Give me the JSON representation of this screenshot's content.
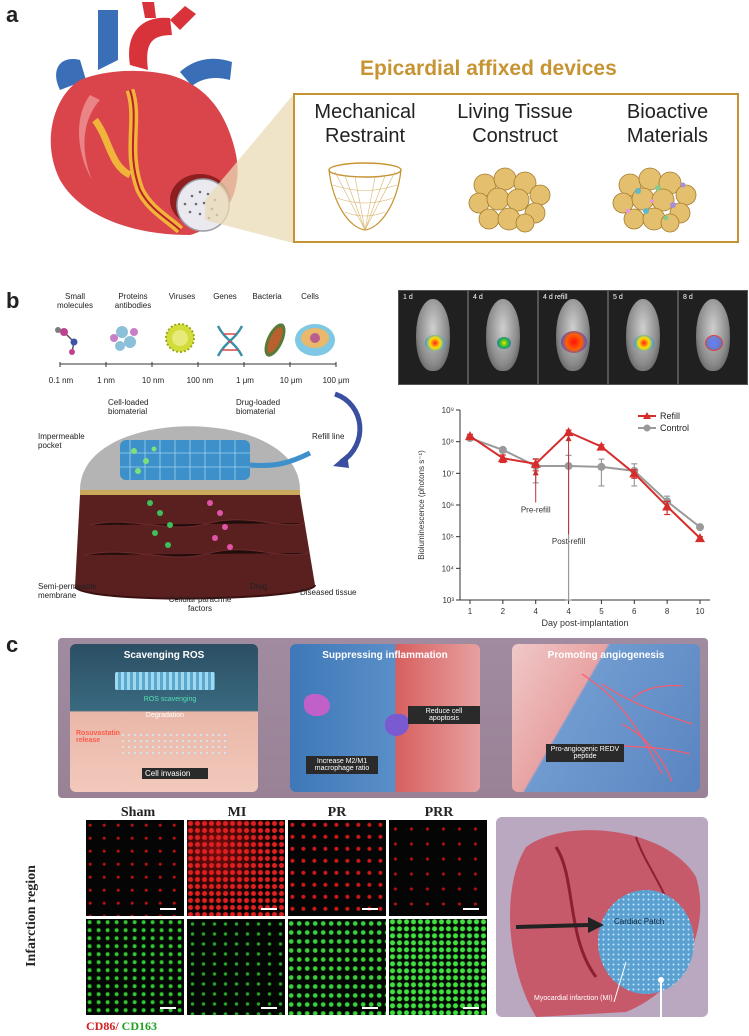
{
  "panels": {
    "a": {
      "letter": "a",
      "heading": "Epicardial affixed devices",
      "devices": [
        {
          "line1": "Mechanical",
          "line2": "Restraint"
        },
        {
          "line1": "Living Tissue",
          "line2": "Construct"
        },
        {
          "line1": "Bioactive",
          "line2": "Materials"
        }
      ]
    },
    "b": {
      "letter": "b",
      "scale_items": [
        "Small molecules",
        "Proteins antibodies",
        "Viruses",
        "Genes",
        "Bacteria",
        "Cells"
      ],
      "scale_ticks": [
        "0.1 nm",
        "1 nm",
        "10 nm",
        "100 nm",
        "1 μm",
        "10 μm",
        "100 μm"
      ],
      "diagram_labels": {
        "cell_loaded": "Cell-loaded biomaterial",
        "drug_loaded": "Drug-loaded biomaterial",
        "pocket": "Impermeable pocket",
        "refill": "Refill line",
        "membrane": "Semi-permeable membrane",
        "paracrine": "Cellular paracrine factors",
        "drug": "Drug",
        "tissue": "Diseased tissue"
      },
      "imaging_days": [
        "1 d",
        "4 d",
        "4 d refill",
        "5 d",
        "8 d"
      ]
    },
    "c": {
      "letter": "c",
      "cards": [
        "Scavenging ROS",
        "Suppressing inflammation",
        "Promoting angiogenesis"
      ],
      "card_notes": {
        "ros": "ROS scavenging",
        "degradation": "Degradation",
        "rosuvastatin": "Rosuvastatin release",
        "invasion": "Cell invasion",
        "increase": "Increase M2/M1 macrophage ratio",
        "reduce": "Reduce cell apoptosis",
        "proangio": "Pro-angiogenic REDV peptide"
      },
      "groups": [
        "Sham",
        "MI",
        "PR",
        "PRR"
      ],
      "row_label": "Infarction region",
      "stain_red": "CD86/",
      "stain_green": "CD163",
      "heart_labels": {
        "patch": "Cardiac Patch",
        "mi": "Myocardial infarction (MI)"
      }
    }
  },
  "chart_data": {
    "type": "line",
    "title": "",
    "xlabel": "Day post-implantation",
    "ylabel": "Bioluminescence (photons s⁻¹)",
    "x_ticks": [
      "1",
      "2",
      "4",
      "4",
      "5",
      "6",
      "8",
      "10"
    ],
    "y_scale": "log",
    "ylim": [
      1000,
      1000000000
    ],
    "y_ticks": [
      "10³",
      "10⁴",
      "10⁵",
      "10⁶",
      "10⁷",
      "10⁸",
      "10⁹"
    ],
    "legend_position": "top-right",
    "series": [
      {
        "name": "Refill",
        "color": "#d62c2c",
        "marker": "triangle",
        "values": [
          150000000,
          30000000,
          20000000,
          200000000,
          70000000,
          10000000,
          900000,
          90000
        ],
        "errors": [
          20000000,
          8000000,
          8000000,
          30000000,
          10000000,
          3000000,
          400000,
          10000
        ]
      },
      {
        "name": "Control",
        "color": "#9a9a9a",
        "marker": "circle",
        "values": [
          130000000,
          55000000,
          17000000,
          17000000,
          16000000,
          12000000,
          1300000,
          200000
        ],
        "errors": [
          15000000,
          10000000,
          12000000,
          20000000,
          12000000,
          8000000,
          600000,
          30000
        ]
      }
    ],
    "annotations": [
      "Pre-refill",
      "Post-refill"
    ]
  }
}
